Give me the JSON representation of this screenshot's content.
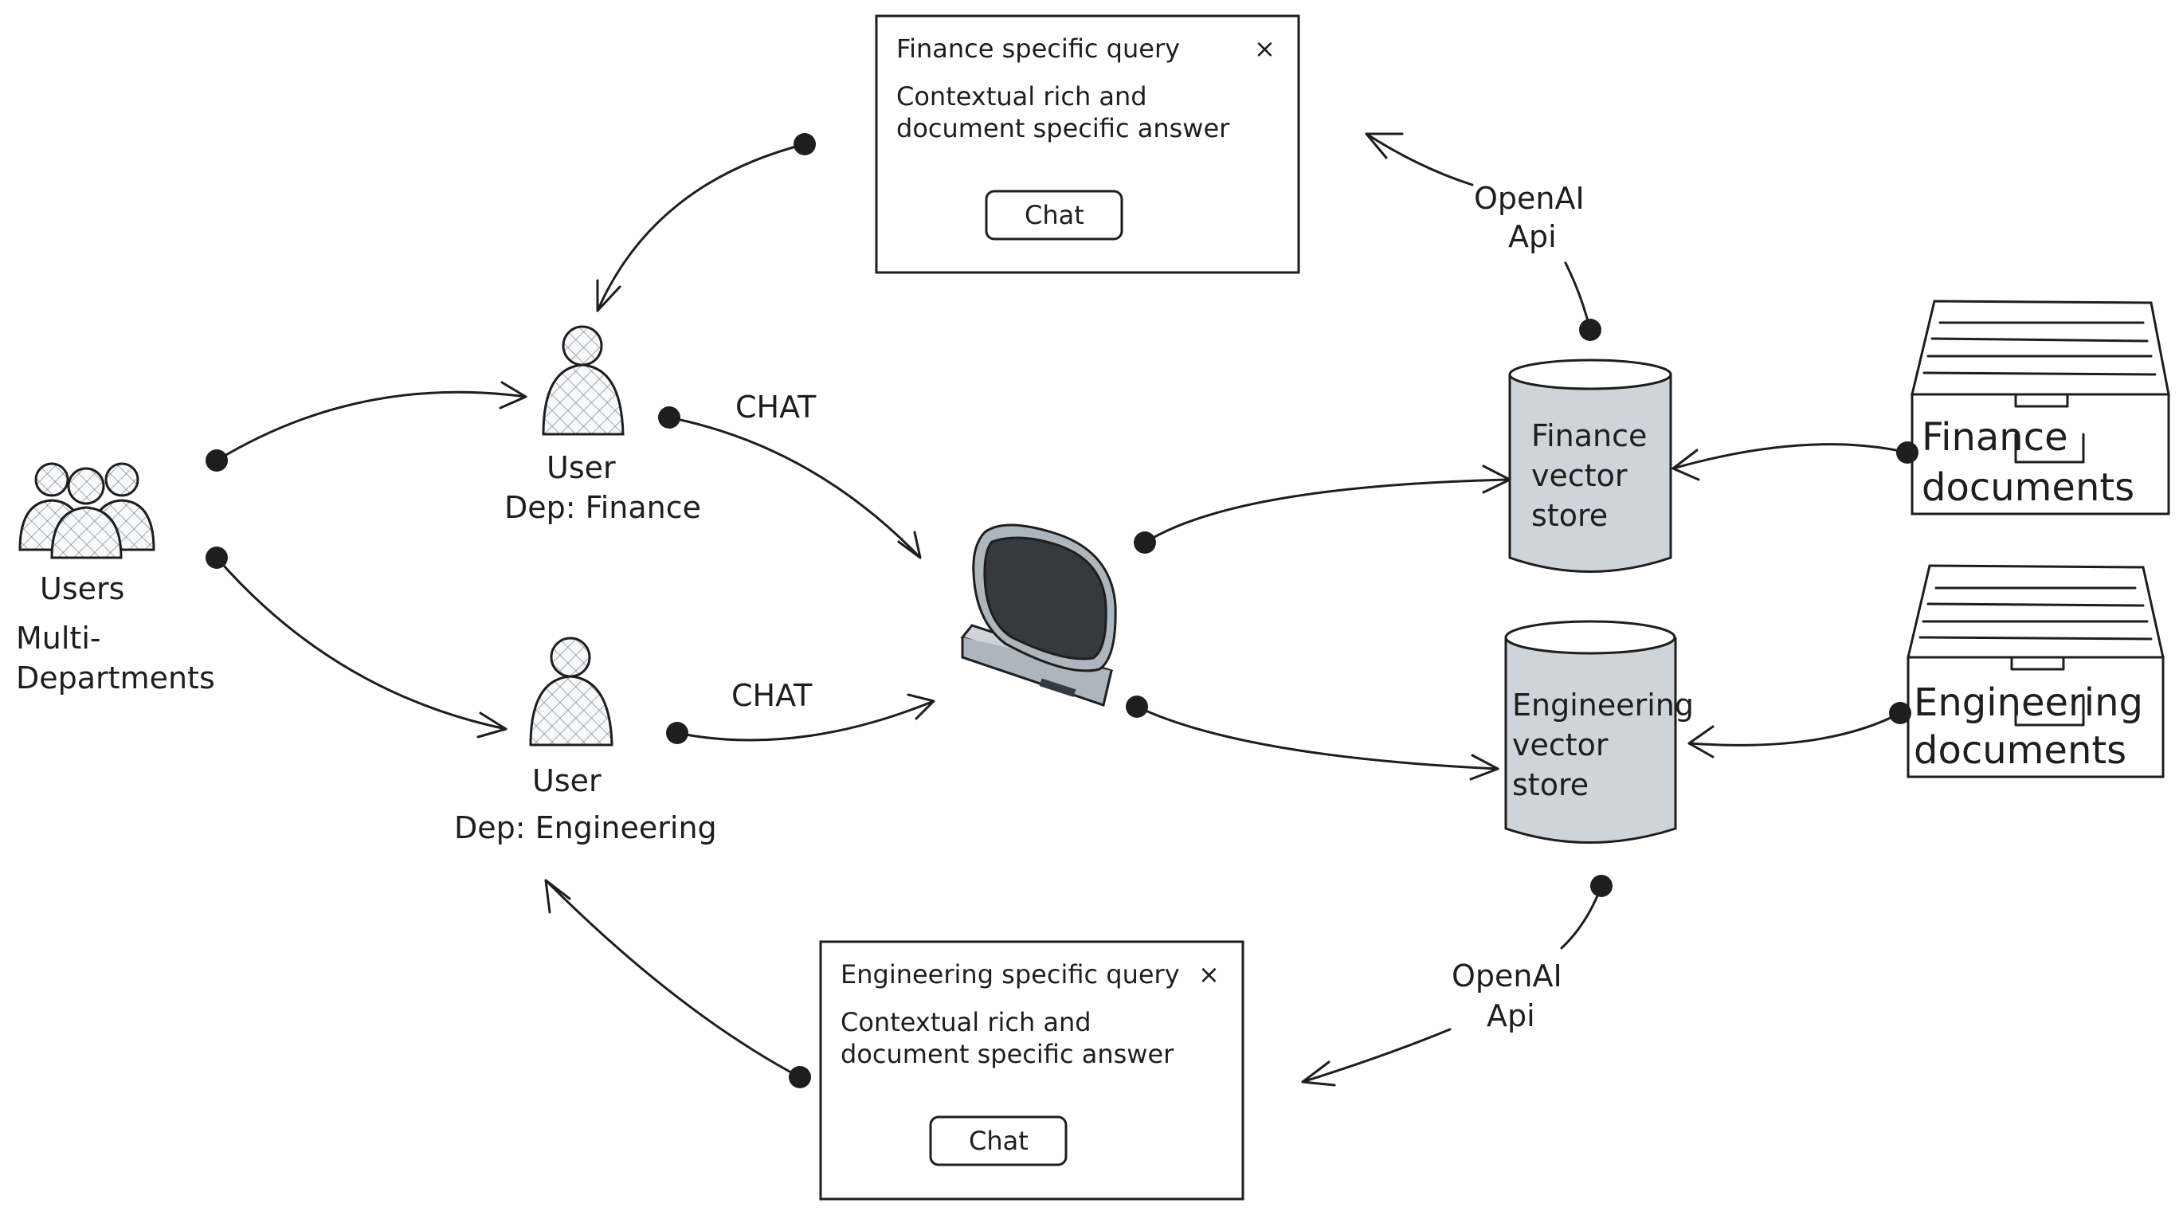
{
  "users_group": {
    "label": "Users",
    "sublabel_line1": "Multi-",
    "sublabel_line2": "Departments"
  },
  "user_finance": {
    "label": "User",
    "dept": "Dep: Finance"
  },
  "user_engineering": {
    "label": "User",
    "dept": "Dep: Engineering"
  },
  "chat_labels": {
    "finance": "CHAT",
    "engineering": "CHAT"
  },
  "openai_labels": {
    "top": {
      "line1": "OpenAI",
      "line2": "Api"
    },
    "bottom": {
      "line1": "OpenAI",
      "line2": "Api"
    }
  },
  "finance_dialog": {
    "title": "Finance specific query",
    "close_glyph": "×",
    "body_line1": "Contextual rich and",
    "body_line2": "document specific answer",
    "button": "Chat"
  },
  "engineering_dialog": {
    "title": "Engineering specific query",
    "close_glyph": "×",
    "body_line1": "Contextual rich and",
    "body_line2": "document specific answer",
    "button": "Chat"
  },
  "finance_store": {
    "line1": "Finance",
    "line2": "vector",
    "line3": "store"
  },
  "engineering_store": {
    "line1": "Engineering",
    "line2": "vector",
    "line3": "store"
  },
  "finance_docs": {
    "line1": "Finance",
    "line2": "documents"
  },
  "engineering_docs": {
    "line1": "Engineering",
    "line2": "documents"
  },
  "colors": {
    "ink": "#1e1e1e",
    "cylinder_fill": "#ced4da",
    "screen": "#343a40",
    "monitor_body": "#adb5bd"
  },
  "icons": [
    "users-group-icon",
    "user-icon",
    "computer-icon",
    "database-icon",
    "file-cabinet-icon",
    "close-icon"
  ]
}
